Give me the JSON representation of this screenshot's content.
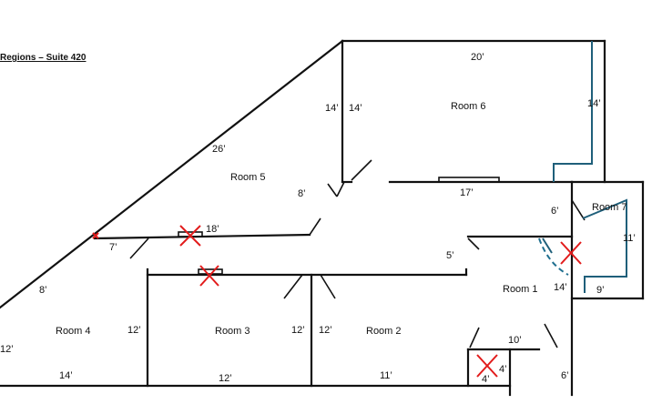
{
  "title": "Regions – Suite 420",
  "rooms": {
    "room1": "Room 1",
    "room2": "Room 2",
    "room3": "Room 3",
    "room4": "Room 4",
    "room5": "Room 5",
    "room6": "Room 6",
    "room7": "Room 7"
  },
  "dims": {
    "r6_top": "20’",
    "r6_left_a": "14’",
    "r6_left_b": "14’",
    "r6_right": "14’",
    "r5_diag": "26’",
    "r5_door": "8’",
    "r6_bottom": "17’",
    "r5_bottom": "18’",
    "r5_left": "7’",
    "r1_top_right": "6’",
    "r7_right": "11’",
    "r1_top_left": "5’",
    "r1_right": "14’",
    "r7_bottom": "9’",
    "r4_diag": "8’",
    "r4_left": "12’",
    "r4_right": "12’",
    "r3_right": "12’",
    "r2_left": "12’",
    "r4_bottom": "14’",
    "r3_bottom": "12’",
    "r2_bottom": "11’",
    "r1_inner": "10’",
    "closet_right": "4’",
    "closet_bottom": "4’",
    "r1_bottom": "6’"
  },
  "colors": {
    "wall": "#111111",
    "marker": "#e21b1b",
    "water": "#1f5f7a"
  }
}
